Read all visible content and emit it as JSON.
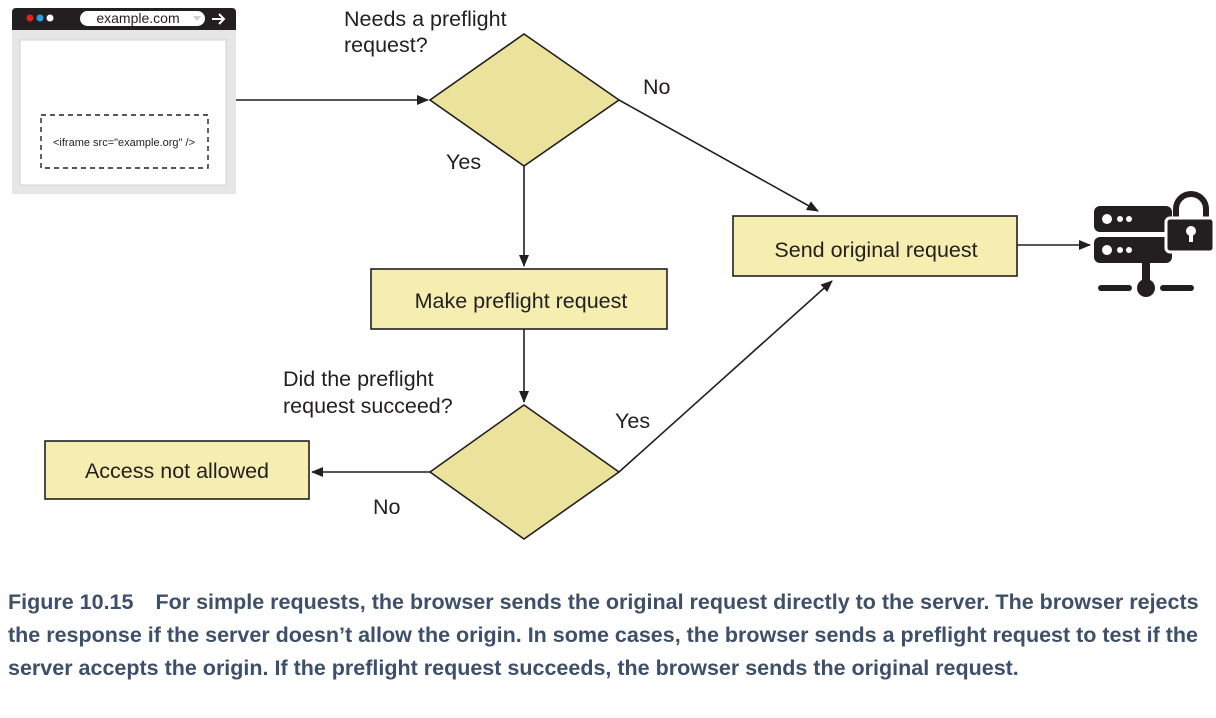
{
  "browser": {
    "url": "example.com",
    "iframe_label": "<iframe src=\"example.org\" />",
    "dot_colors": [
      "#e2231a",
      "#2a9fd8",
      "#ffffff"
    ]
  },
  "decisions": {
    "preflight_needed": {
      "question_line1": "Needs a preflight",
      "question_line2": "request?"
    },
    "preflight_succeeded": {
      "question_line1": "Did the preflight",
      "question_line2": "request succeed?"
    }
  },
  "boxes": {
    "send_original": "Send original request",
    "make_preflight": "Make preflight request",
    "access_denied": "Access not allowed"
  },
  "edge_labels": {
    "no_top": "No",
    "yes_top": "Yes",
    "yes_bottom": "Yes",
    "no_bottom": "No"
  },
  "caption": {
    "figure": "Figure 10.15",
    "text": "For simple requests, the browser sends the original request directly to the server. The browser rejects the response if the server doesn’t allow the origin. In some cases, the browser sends a preflight request to test if the server accepts the origin. If the preflight request succeeds, the browser sends the original request."
  },
  "colors": {
    "process_fill": "#f5eeb0",
    "decision_fill": "#ebe39c",
    "stroke": "#231f20",
    "caption": "#3d4f69",
    "server_icon": "#231f20"
  },
  "icons": [
    "browser-window-icon",
    "server-lock-icon"
  ]
}
